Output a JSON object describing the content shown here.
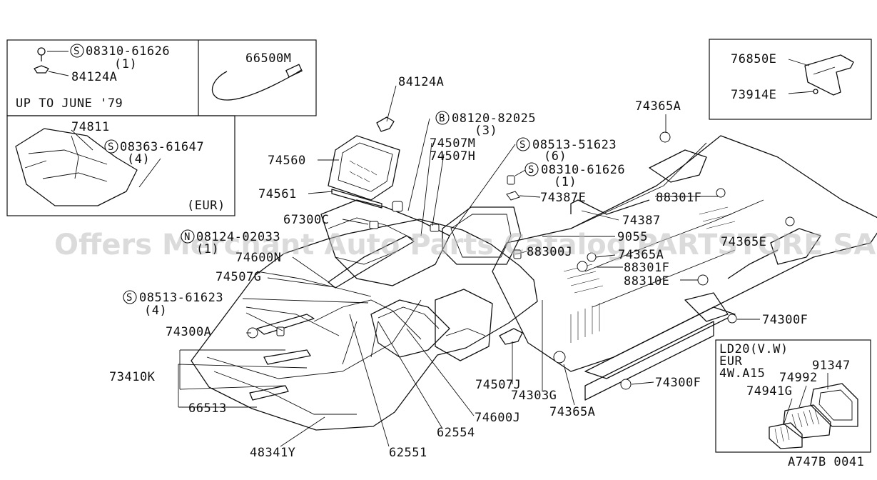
{
  "watermark": "Offers Merchant Auto Parts Catalog PARTSTORE SA",
  "diagram_code": "A747B 0041",
  "inset_top_left": {
    "bolt_prefix": "S",
    "bolt_code": "08310-61626",
    "bolt_qty": "(1)",
    "clip_code": "84124A",
    "note": "UP TO JUNE '79",
    "cable_code": "66500M"
  },
  "inset_mid_left": {
    "panel_code": "74811",
    "bolt_prefix": "S",
    "bolt_code": "08363-61647",
    "bolt_qty": "(4)",
    "region": "(EUR)"
  },
  "inset_top_right": {
    "part_a": "76850E",
    "part_b": "73914E"
  },
  "inset_bottom_right": {
    "line1": "LD20(V.W)",
    "line2": "EUR",
    "line3": "4W.A15",
    "part_a": "91347",
    "part_b": "74992",
    "part_c": "74941G"
  },
  "callouts": {
    "c84124A": "84124A",
    "b_prefix": "B",
    "b_code": "08120-82025",
    "b_qty": "(3)",
    "c74507M": "74507M",
    "c74507H": "74507H",
    "s1_prefix": "S",
    "s1_code": "08513-51623",
    "s1_qty": "(6)",
    "s2_prefix": "S",
    "s2_code": "08310-61626",
    "s2_qty": "(1)",
    "c74387E": "74387E",
    "c74387": "74387",
    "c74365A_top": "74365A",
    "c88301F_top": "88301F",
    "c74560": "74560",
    "c74561": "74561",
    "c67300C": "67300C",
    "n_prefix": "N",
    "n_code": "08124-02033",
    "n_qty": "(1)",
    "c74600N": "74600N",
    "c74507G": "74507G",
    "s3_prefix": "S",
    "s3_code": "08513-61623",
    "s3_qty": "(4)",
    "c74300A": "74300A",
    "c73410K": "73410K",
    "c66513": "66513",
    "c48341Y": "48341Y",
    "c62551": "62551",
    "c62554": "62554",
    "c74600J": "74600J",
    "c74507J": "74507J",
    "c74303G": "74303G",
    "c74365A_bottom": "74365A",
    "c74300F_bottom": "74300F",
    "c74300F_right": "74300F",
    "c88310E": "88310E",
    "c88301F_mid": "88301F",
    "c74365A_mid": "74365A",
    "c88300J": "88300J",
    "c9055": "9055",
    "c74365E": "74365E"
  }
}
